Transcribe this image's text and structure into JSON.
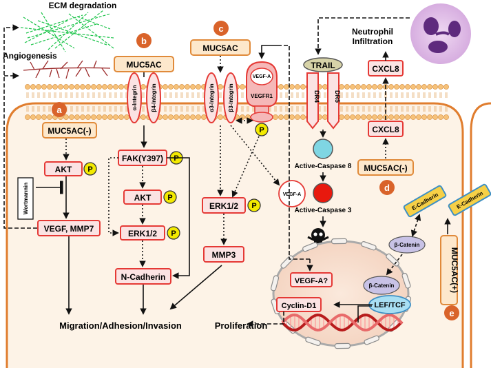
{
  "colors": {
    "cell_border": "#e07d2e",
    "cell_fill": "#fdf3e7",
    "box_fill": "#fbe3e3",
    "box_border": "#e53935",
    "orange_box_fill": "#fde8cc",
    "orange_box_border": "#e08a3a",
    "badge": "#d9632a",
    "phospho": "#f3ea00",
    "lipid": "#f6c27a",
    "trail": "#d7d3a8",
    "caspase8": "#7fd6e3",
    "caspase3": "#e8190e",
    "beta_catenin": "#c8c2e6",
    "lef_tcf": "#a8dff3",
    "ecad_fill": "#f7d046",
    "ecm": "#1cc44a",
    "vessel": "#9c2b2b"
  },
  "top": {
    "ecm_label": "ECM degradation",
    "angiogenesis_label": "Angiogenesis",
    "neutrophil_line1": "Neutrophil",
    "neutrophil_line2": "Infiltration"
  },
  "badges": {
    "a": "a",
    "b": "b",
    "c": "c",
    "d": "d",
    "e": "e"
  },
  "phospho": "P",
  "panel_a": {
    "muc5ac": "MUC5AC(-)",
    "akt": "AKT",
    "wortmannin": "Wortmannin",
    "vegf_mmp7": "VEGF, MMP7"
  },
  "panel_b": {
    "muc5ac": "MUC5AC",
    "alpha_integrin": "α-Integrin",
    "beta4_integrin": "β4-Integrin",
    "fak": "FAK(Y397)",
    "akt": "AKT",
    "erk": "ERK1/2",
    "ncadherin": "N-Cadherin"
  },
  "panel_c": {
    "muc5ac": "MUC5AC",
    "alpha3_integrin": "α3-Integrin",
    "beta3_integrin": "β3-Integrin",
    "vegfa": "VEGF-A",
    "vegfr1": "VEGFR1",
    "erk": "ERK1/2",
    "mmp3": "MMP3",
    "vegfa_inner": "VEGF-A"
  },
  "trail": {
    "ligand": "TRAIL",
    "dr4": "DR4",
    "dr5": "DR5",
    "caspase8": "Active-Caspase 8",
    "caspase3": "Active-Caspase 3"
  },
  "panel_d": {
    "cxcl8_out": "CXCL8",
    "cxcl8_in": "CXCL8",
    "muc5ac": "MUC5AC(-)"
  },
  "panel_e": {
    "ecad_in": "E-Cadherin",
    "ecad_out": "E-Cadherin",
    "beta_catenin_cyto": "β-Catenin",
    "beta_catenin_nuc": "β-Catenin",
    "lef_tcf": "LEF/TCF",
    "muc5ac": "MUC5AC(+)"
  },
  "nucleus": {
    "vegfa": "VEGF-A?",
    "cyclin": "Cyclin-D1"
  },
  "outcomes": {
    "migration": "Migration/Adhesion/Invasion",
    "proliferation": "Proliferation"
  }
}
